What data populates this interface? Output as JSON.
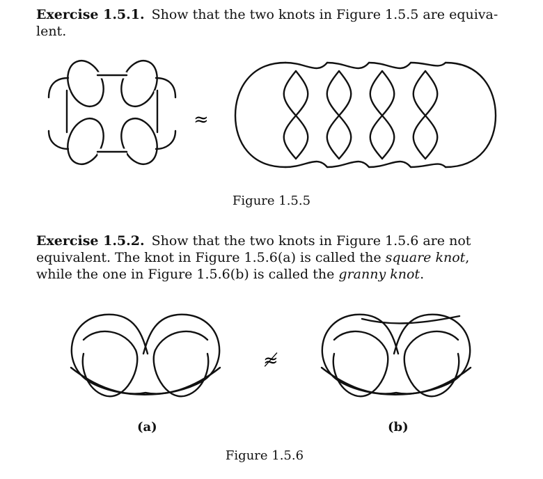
{
  "exercise_1": {
    "title": "Exercise 1.5.1.",
    "body": "Show that the two knots in Figure 1.5.5 are equiva­lent."
  },
  "figure_155": {
    "relation_symbol": "≈",
    "caption": "Figure 1.5.5"
  },
  "exercise_2": {
    "title": "Exercise 1.5.2.",
    "body_1": "Show that the two knots in Figure 1.5.6 are not equiv­alent. The knot in Figure 1.5.6(a) is called the ",
    "term_1": "square knot",
    "body_2": ", while the one in Figure 1.5.6(b) is called the ",
    "term_2": "granny knot",
    "body_3": "."
  },
  "figure_156": {
    "relation_symbol": "≉",
    "label_a": "(a)",
    "label_b": "(b)",
    "caption": "Figure 1.5.6"
  }
}
